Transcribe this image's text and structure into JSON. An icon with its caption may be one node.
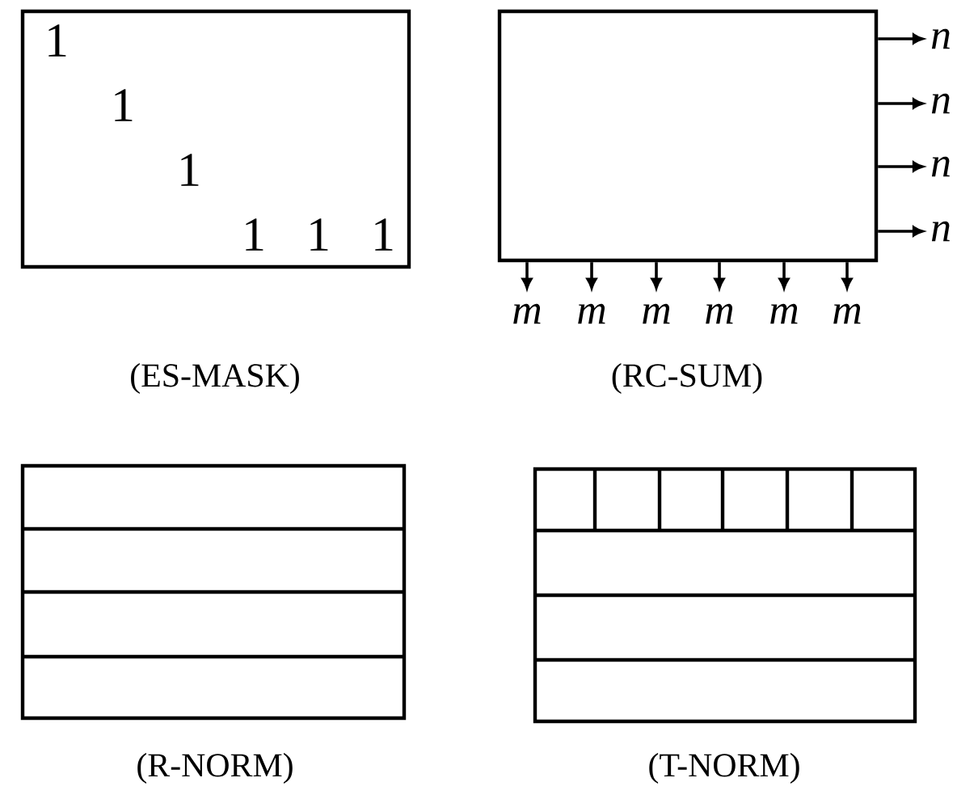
{
  "diagram": {
    "nodes": [
      {
        "text": [
          "1",
          "1",
          "1",
          "1",
          "1",
          "1"
        ]
      },
      {
        "text": [],
        "shape": "box"
      },
      {
        "text": [
          "n"
        ]
      },
      {
        "text": [
          "n"
        ]
      },
      {
        "text": [
          "n"
        ]
      },
      {
        "text": [
          "n"
        ]
      },
      {
        "text": [
          "m"
        ]
      },
      {
        "text": [
          "m"
        ]
      },
      {
        "text": [
          "m"
        ]
      },
      {
        "text": [
          "m"
        ]
      },
      {
        "text": [
          "m"
        ]
      },
      {
        "text": [
          "m"
        ]
      },
      {
        "text": [],
        "shape": "box"
      },
      {
        "text": [],
        "shape": "box"
      }
    ],
    "labels": [
      "(ES-MASK)",
      "(RC-SUM)",
      "(R-NORM)",
      "(T-NORM)"
    ],
    "edges": [
      {
        "from": 1,
        "to": 2,
        "arrow": "to"
      },
      {
        "from": 1,
        "to": 3,
        "arrow": "to"
      },
      {
        "from": 1,
        "to": 4,
        "arrow": "to"
      },
      {
        "from": 1,
        "to": 5,
        "arrow": "to"
      },
      {
        "from": 1,
        "to": 6,
        "arrow": "to"
      },
      {
        "from": 1,
        "to": 7,
        "arrow": "to"
      },
      {
        "from": 1,
        "to": 8,
        "arrow": "to"
      },
      {
        "from": 1,
        "to": 9,
        "arrow": "to"
      },
      {
        "from": 1,
        "to": 10,
        "arrow": "to"
      },
      {
        "from": 1,
        "to": 11,
        "arrow": "to"
      }
    ]
  }
}
